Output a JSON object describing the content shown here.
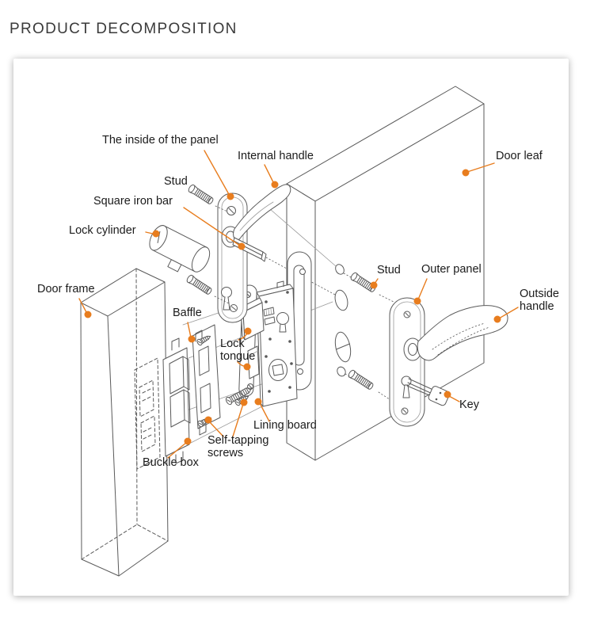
{
  "page": {
    "title": "PRODUCT DECOMPOSITION"
  },
  "colors": {
    "accent": "#e87d1e",
    "line": "#5a5a5a",
    "line_light": "#9a9a9a",
    "text": "#1b1b1b",
    "title": "#3a3a3a",
    "background": "#ffffff",
    "card_background": "#ffffff"
  },
  "diagram": {
    "labels": {
      "inside_panel": {
        "text": "The inside of the panel"
      },
      "internal_handle": {
        "text": "Internal handle"
      },
      "door_leaf": {
        "text": "Door leaf"
      },
      "stud_left": {
        "text": "Stud"
      },
      "square_iron_bar": {
        "text": "Square iron bar"
      },
      "lock_cylinder": {
        "text": "Lock cylinder"
      },
      "door_frame": {
        "text": "Door frame"
      },
      "baffle": {
        "text": "Baffle"
      },
      "lock_tongue": {
        "text": "Lock\ntongue"
      },
      "stud_right": {
        "text": "Stud"
      },
      "outer_panel": {
        "text": "Outer panel"
      },
      "outside_handle": {
        "text": "Outside\nhandle"
      },
      "key": {
        "text": "Key"
      },
      "lining_board": {
        "text": "Lining board"
      },
      "self_tapping_screws": {
        "text": "Self-tapping\nscrews"
      },
      "buckle_box": {
        "text": "Buckle box"
      }
    }
  }
}
